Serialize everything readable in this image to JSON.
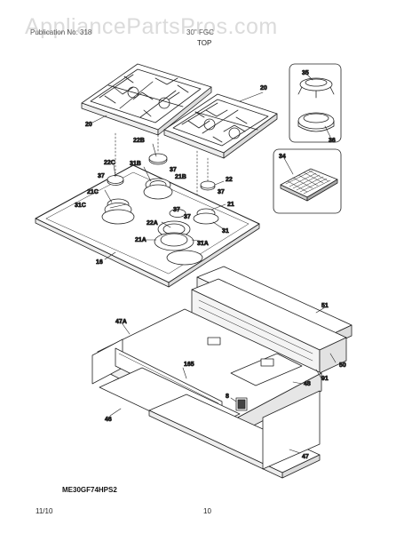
{
  "watermark": "AppliancePartsPros.com",
  "header": {
    "left": "Publication No: 318",
    "right": "30\" FGC",
    "section": "TOP"
  },
  "model": "ME30GF74HPS2",
  "footer": {
    "date": "11/10",
    "page": "10"
  },
  "callouts": {
    "grate_left": "20",
    "grate_right": "20",
    "cap_35": "35",
    "ring_36": "36",
    "griddle_34": "34",
    "cap_22B": "22B",
    "cap_22C": "22C",
    "burner_31B": "31B",
    "spark_37a": "37",
    "spark_37b": "37",
    "spark_37c": "37",
    "spark_37d": "37",
    "spark_37e": "37",
    "cap_21B": "21B",
    "cap_22": "22",
    "cap_21C": "21C",
    "burner_31C": "31C",
    "cap_21": "21",
    "cap_22A": "22A",
    "burner_31": "31",
    "cap_21A": "21A",
    "burner_31A": "31A",
    "cooktop_16": "16",
    "panel_51": "51",
    "panel_47A": "47A",
    "panel_50": "50",
    "panel_91": "91",
    "wire_165": "165",
    "bracket_48": "48",
    "valve_8": "8",
    "base_46": "46",
    "base_47": "47"
  }
}
